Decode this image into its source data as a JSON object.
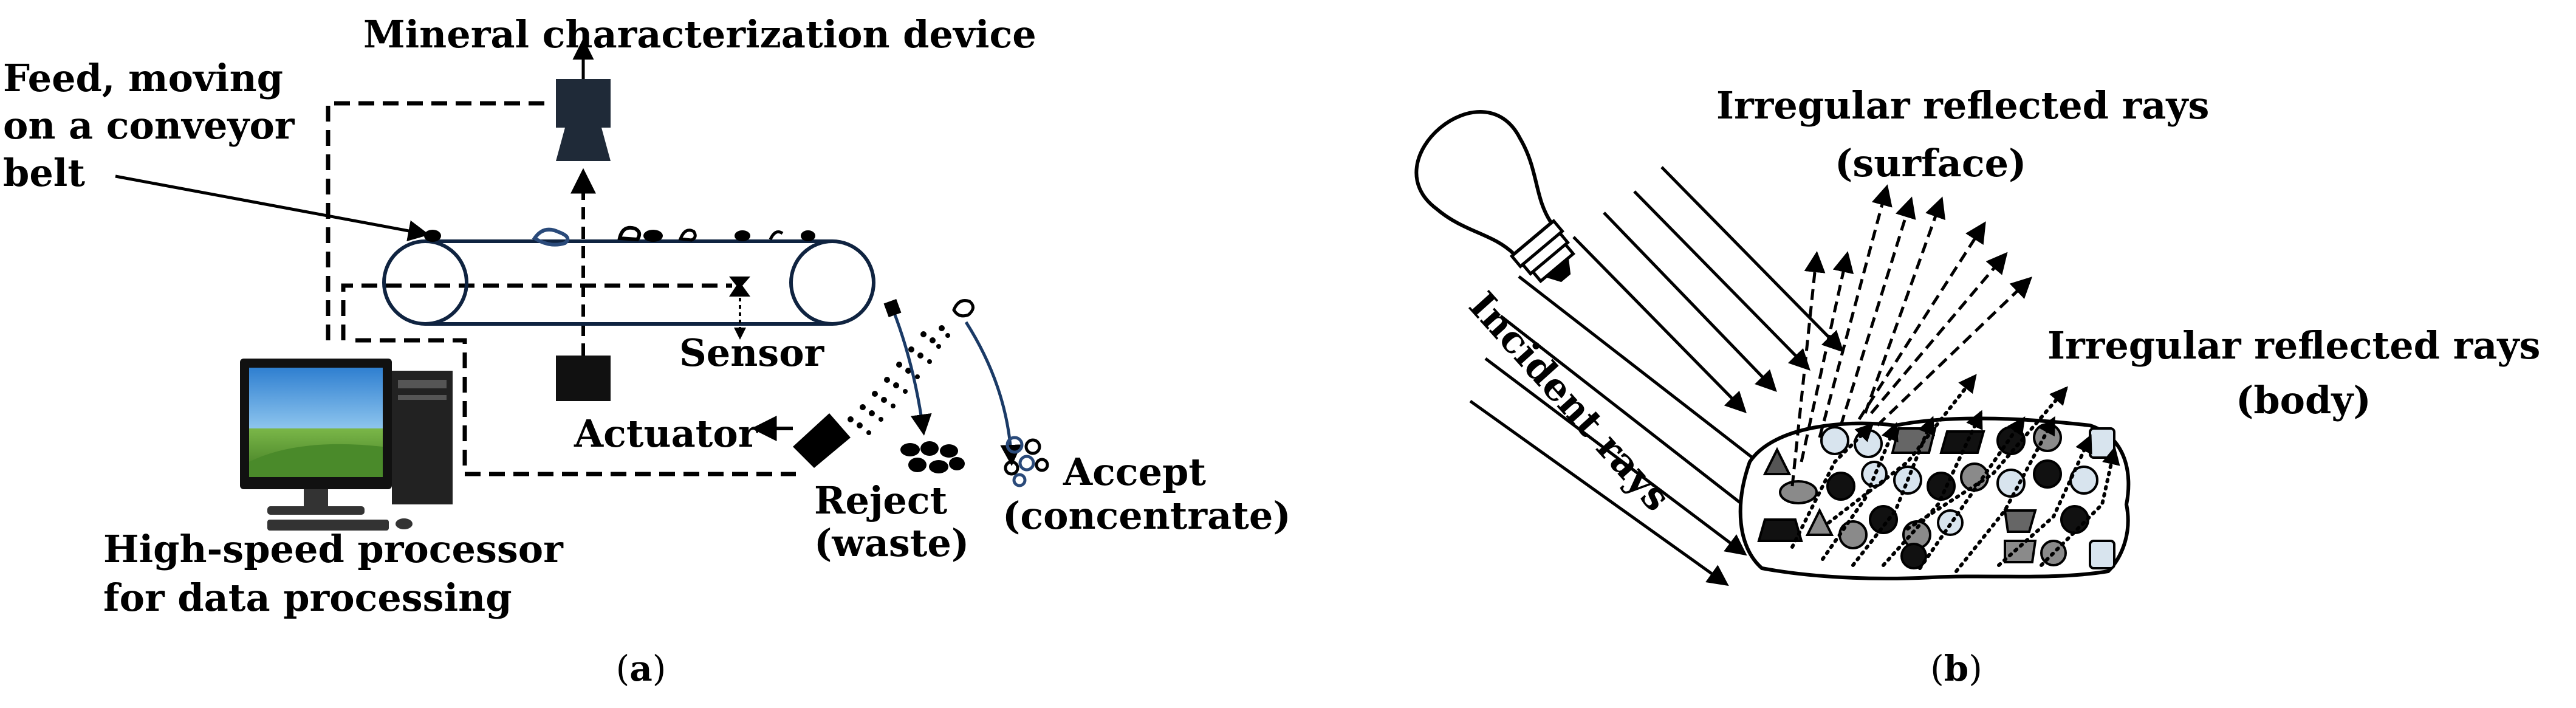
{
  "panel_a": {
    "caption_open": "(",
    "caption_letter": "a",
    "caption_close": ")",
    "labels": {
      "mineral_device": "Mineral characterization device",
      "feed_1": "Feed, moving",
      "feed_2": "on a conveyor",
      "feed_3": "belt",
      "sensor": "Sensor",
      "actuator": "Actuator",
      "reject_1": "Reject",
      "reject_2": "(waste)",
      "accept_1": "Accept",
      "accept_2": "(concentrate)",
      "processor_1": "High-speed processor",
      "processor_2": "for data processing"
    }
  },
  "panel_b": {
    "caption_open": "(",
    "caption_letter": "b",
    "caption_close": ")",
    "labels": {
      "surface_1": "Irregular reflected rays",
      "surface_2": "(surface)",
      "body_1": "Irregular reflected rays",
      "body_2": "(body)",
      "incident": "Incident rays"
    }
  },
  "colors": {
    "ink": "#000000",
    "device": "#1f2a38",
    "feed_blue": "#2a4a7a",
    "monitor_sky": "#3b8ed8",
    "monitor_grass": "#6aa83a",
    "light_grain": "#d8e4ee",
    "grey_grain": "#8a8a8a"
  }
}
